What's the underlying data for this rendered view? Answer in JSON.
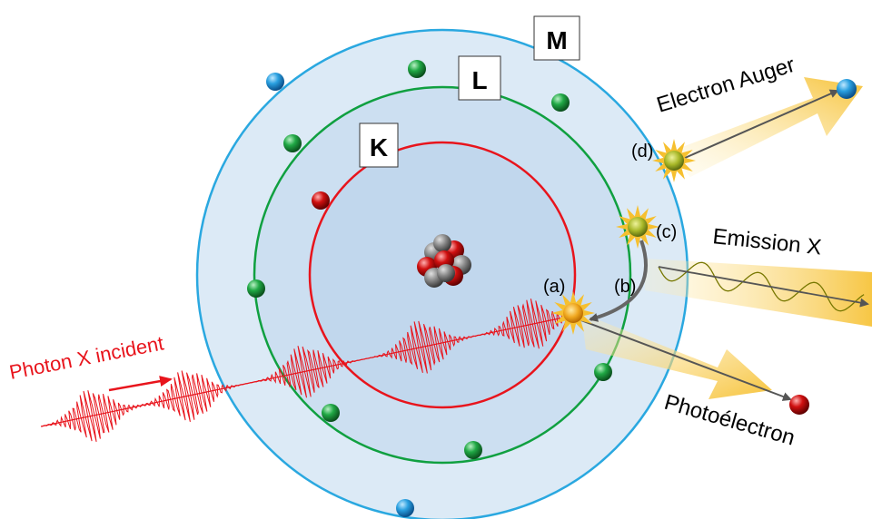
{
  "shells": {
    "k": {
      "label": "K",
      "color": "#e8141c"
    },
    "l": {
      "label": "L",
      "color": "#10a040"
    },
    "m": {
      "label": "M",
      "color": "#2aa8e0"
    }
  },
  "labels": {
    "incident": "Photon X incident",
    "auger": "Electron Auger",
    "emission": "Emission X",
    "photoelectron": "Photoélectron",
    "step_a": "(a)",
    "step_b": "(b)",
    "step_c": "(c)",
    "step_d": "(d)"
  },
  "colors": {
    "atom_fill": "#bcd6ee",
    "photon_wave": "#e8141c",
    "beam": "#f6c030",
    "arrow": "#555555",
    "electron_k": "#c00000",
    "electron_l": "#108a30",
    "electron_m": "#1a8ed0"
  },
  "icons": {
    "nucleus": "nucleus-cluster-icon",
    "electron": "sphere-icon",
    "star": "starburst-icon"
  }
}
